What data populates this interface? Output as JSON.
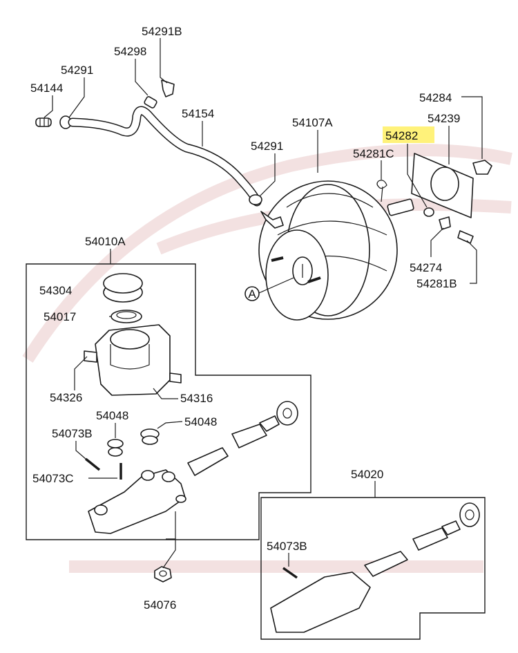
{
  "highlight_color": "#fff27a",
  "labels": {
    "p54291B": "54291B",
    "p54298": "54298",
    "p54291_top": "54291",
    "p54144": "54144",
    "p54154": "54154",
    "p54107A": "54107A",
    "p54291_mid": "54291",
    "p54282": "54282",
    "p54284": "54284",
    "p54239": "54239",
    "p54281C": "54281C",
    "p54010A": "54010A",
    "p54304": "54304",
    "p54017": "54017",
    "p54326": "54326",
    "p54316": "54316",
    "p54048_left": "54048",
    "p54048_right": "54048",
    "p54073B_left": "54073B",
    "p54073C": "54073C",
    "p54076": "54076",
    "p54274": "54274",
    "p54281B": "54281B",
    "p54020": "54020",
    "p54073B_right": "54073B",
    "viewA": "A"
  }
}
